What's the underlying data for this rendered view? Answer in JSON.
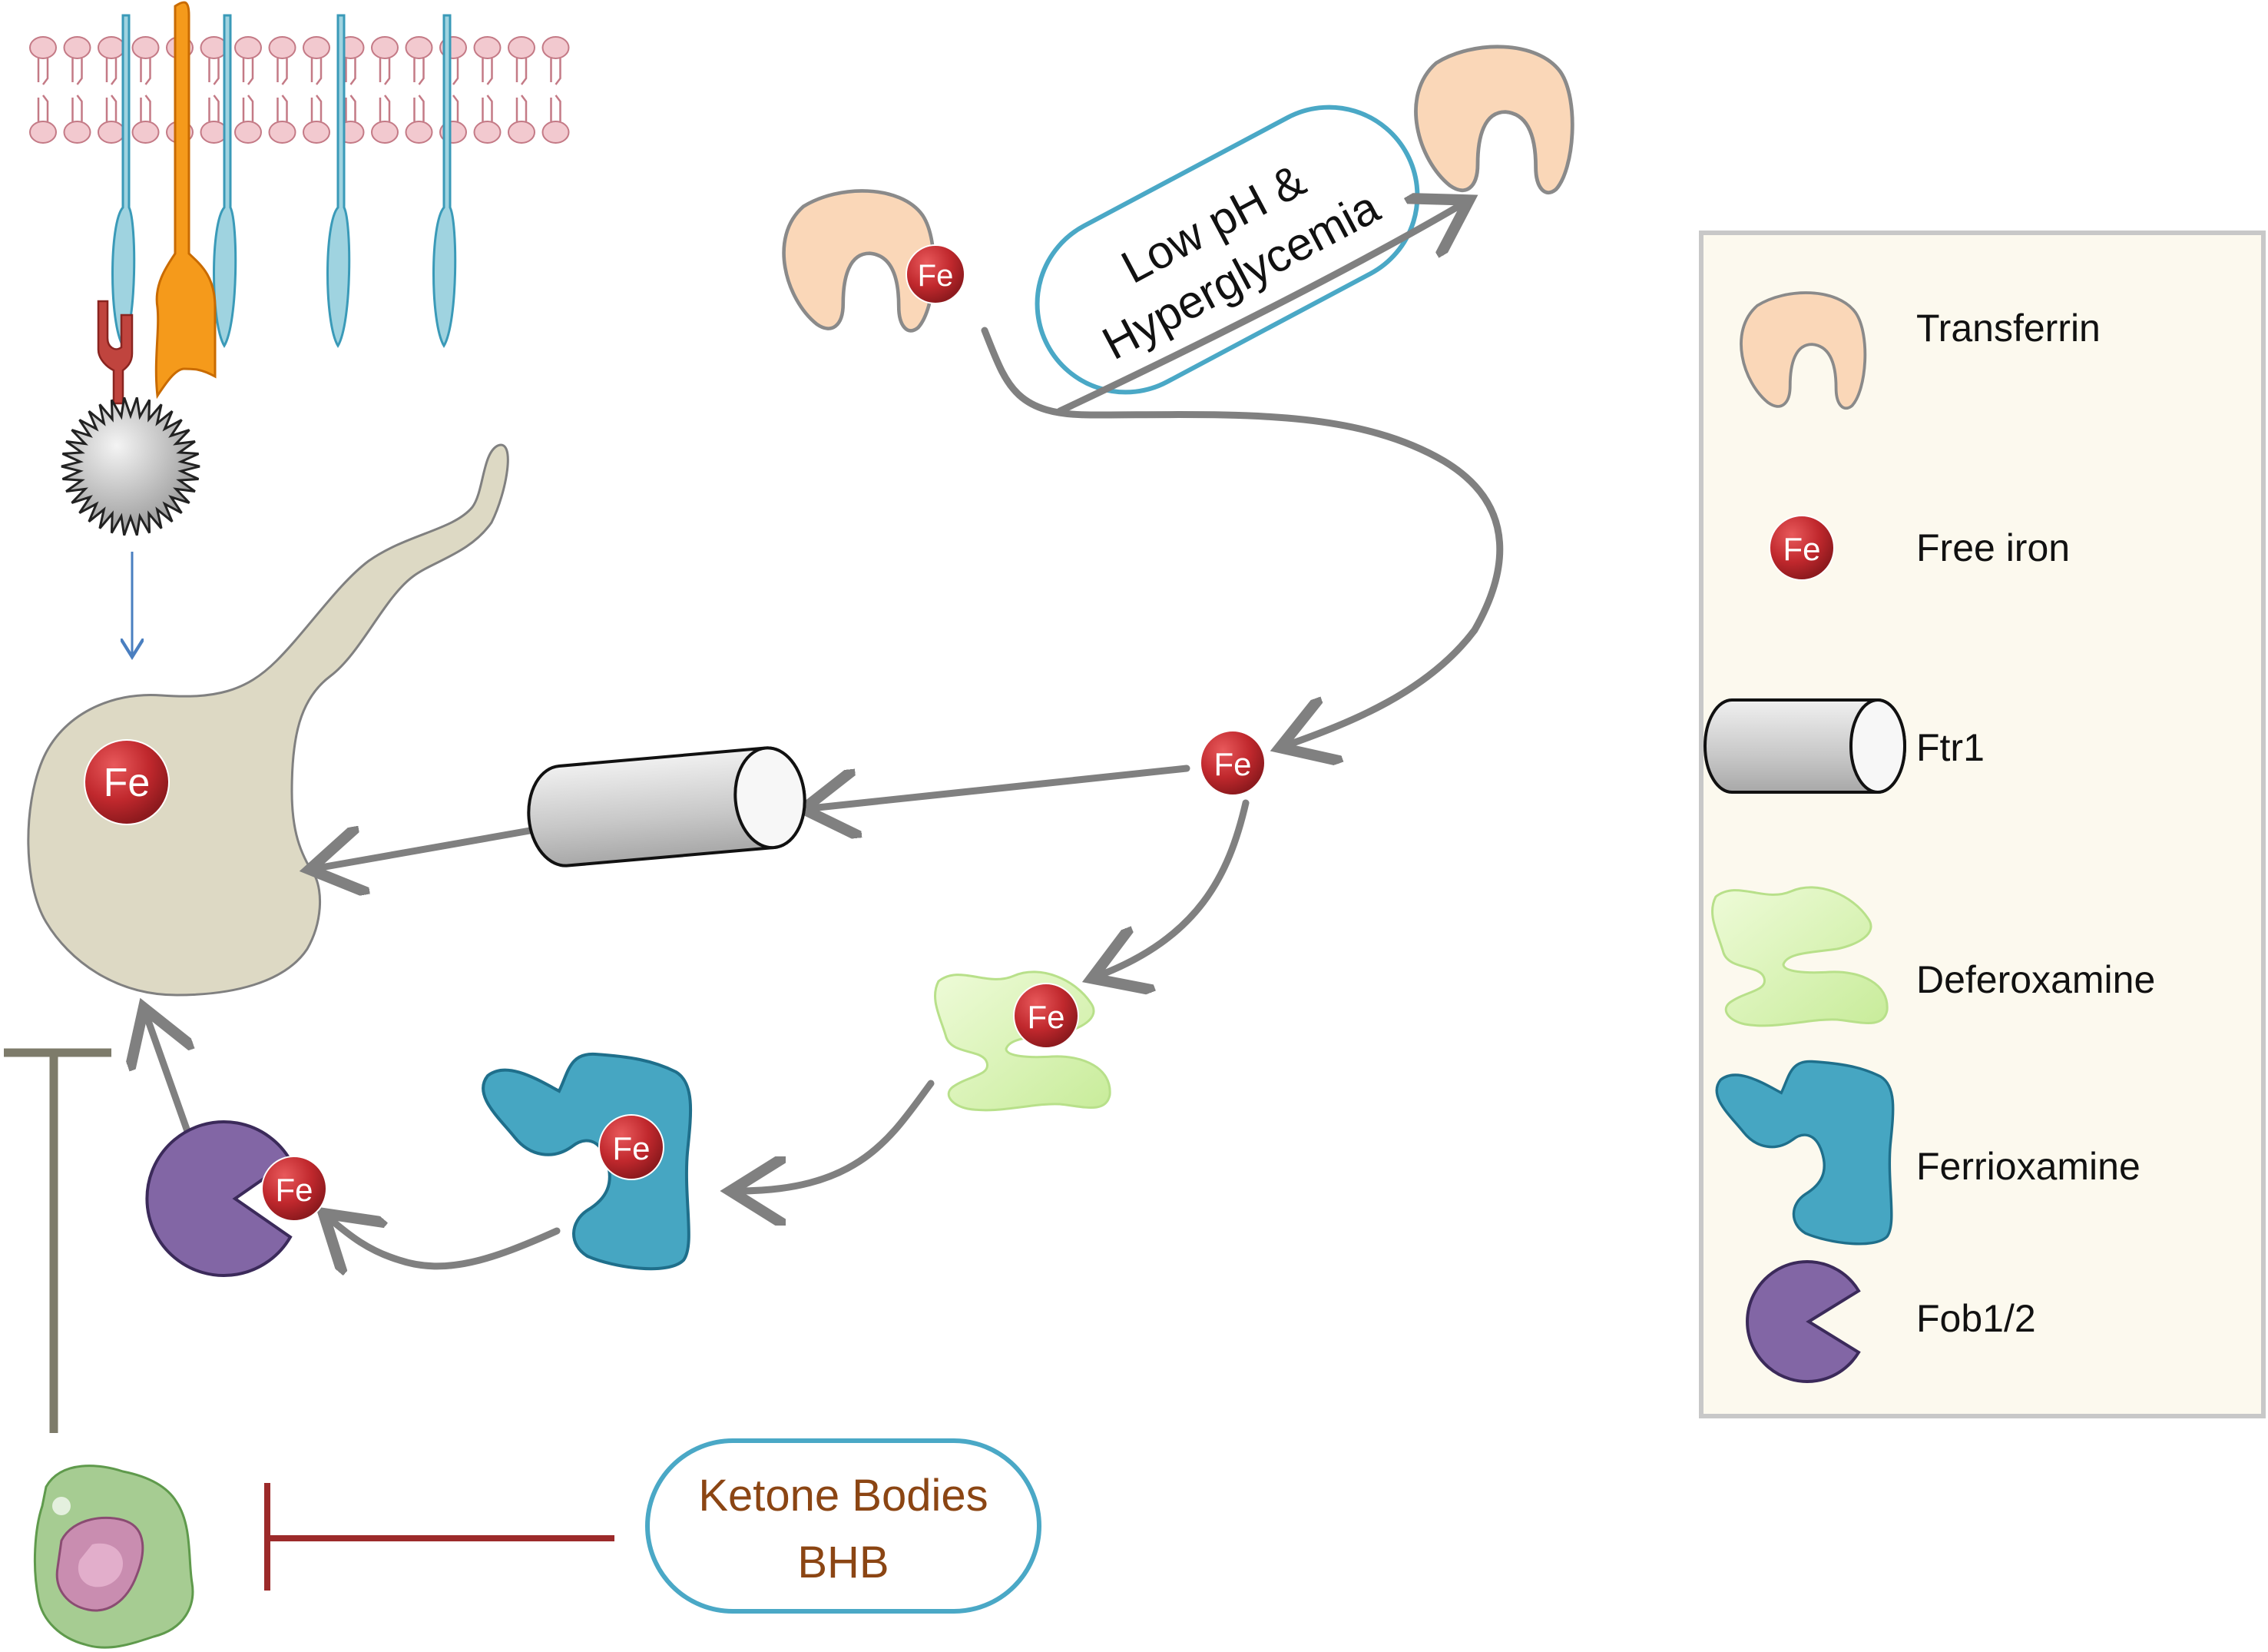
{
  "labels": {
    "fe": "Fe",
    "condition_line1": "Low pH &",
    "condition_line2": "Hyperglycemia",
    "ketone_line1": "Ketone Bodies",
    "ketone_line2": "BHB"
  },
  "legend": {
    "items": [
      {
        "icon": "transferrin-icon",
        "label": "Transferrin"
      },
      {
        "icon": "free-iron-icon",
        "label": "Free iron"
      },
      {
        "icon": "ftr1-icon",
        "label": "Ftr1"
      },
      {
        "icon": "deferoxamine-icon",
        "label": "Deferoxamine"
      },
      {
        "icon": "ferrioxamine-icon",
        "label": "Ferrioxamine"
      },
      {
        "icon": "fob-icon",
        "label": "Fob1/2"
      }
    ]
  },
  "colors": {
    "arrow": "#808080",
    "transferrin": "#fad7b8",
    "iron": "#c0282d",
    "deferoxamine": "#d9f4b4",
    "ferrioxamine": "#46a6c2",
    "fob": "#8266a5",
    "fungus": "#ddd9c4",
    "ketone_text": "#8b4513",
    "pill_border": "#4aa8c6",
    "inhibit_red": "#9c2a2a",
    "inhibit_gray": "#7d7b6a",
    "legend_bg": "#fcf9ee"
  }
}
